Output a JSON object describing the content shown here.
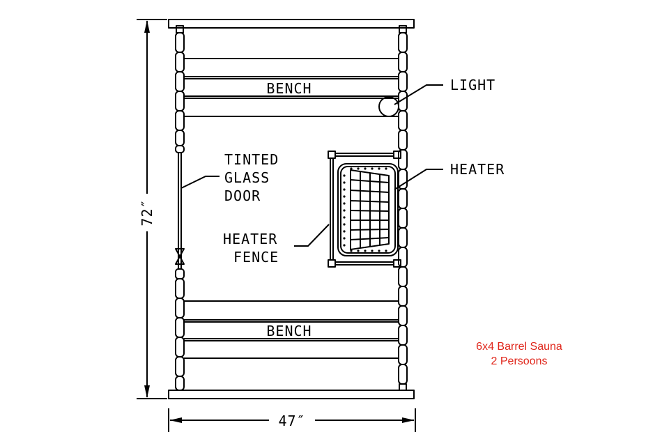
{
  "labels": {
    "bench_top": "BENCH",
    "bench_bottom": "BENCH",
    "light": "LIGHT",
    "heater": "HEATER",
    "door": [
      "TINTED",
      "GLASS",
      "DOOR"
    ],
    "fence": [
      "HEATER",
      "FENCE"
    ]
  },
  "dimensions": {
    "height": "72″",
    "width": "47″"
  },
  "caption": {
    "title": "6x4 Barrel Sauna",
    "subtitle": "2 Persoons",
    "color": "#e0261b"
  }
}
